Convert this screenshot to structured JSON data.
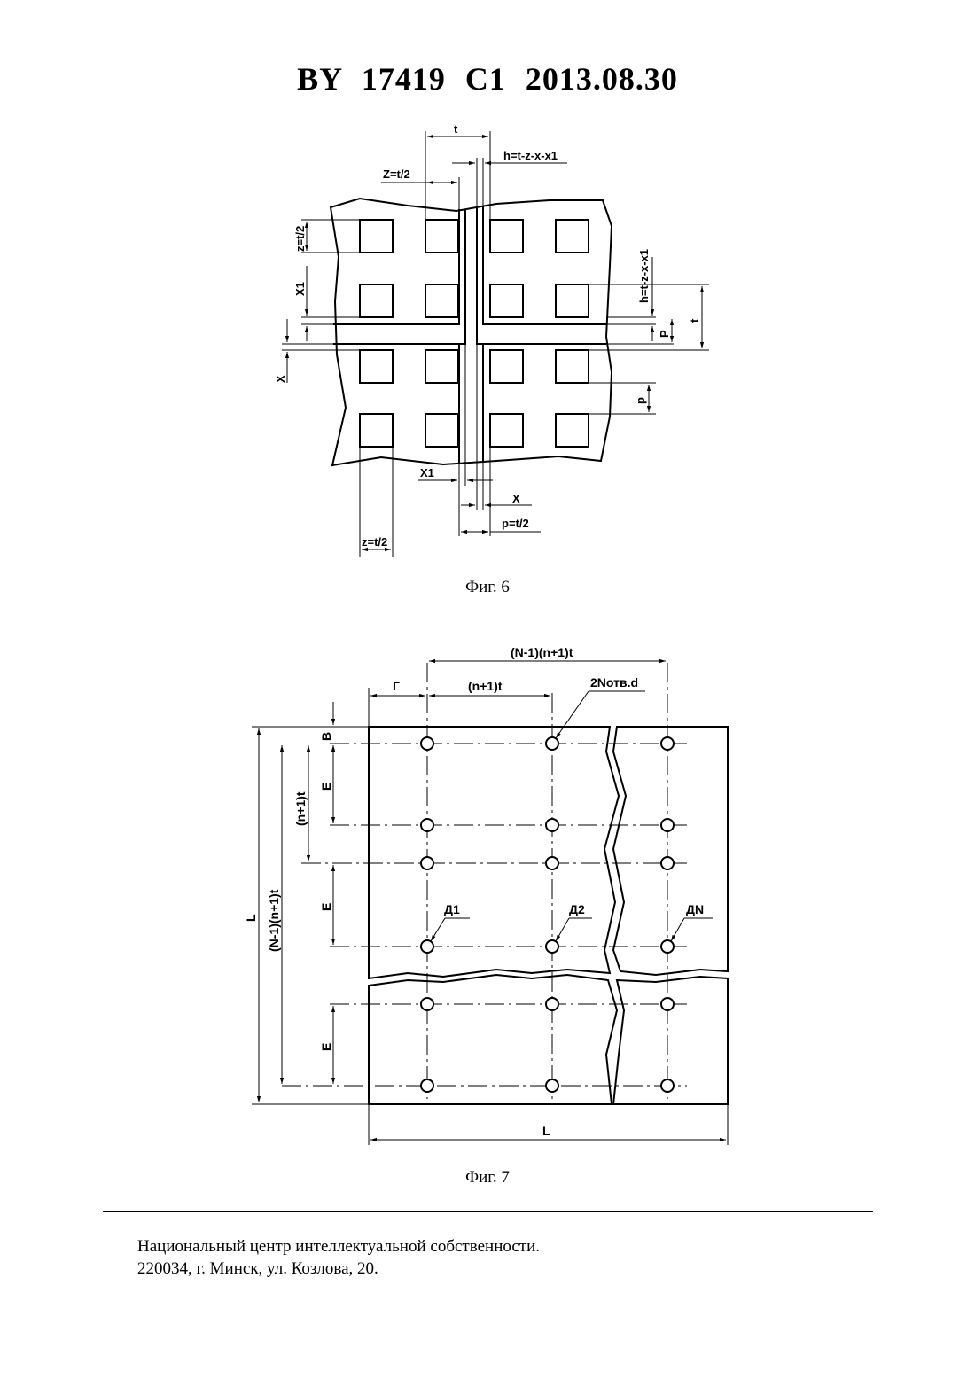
{
  "header": {
    "doc_number": "BY  17419  C1  2013.08.30"
  },
  "figure6": {
    "caption": "Фиг. 6",
    "labels": {
      "t_top": "t",
      "h_top": "h=t-z-x-x1",
      "z_top": "Z=t/2",
      "z_left": "z=t/2",
      "x1_left": "X1",
      "x_left": "X",
      "h_right": "h=t-z-x-x1",
      "p_right_upper": "P",
      "t_right": "t",
      "p_right_lower": "p",
      "x1_bottom": "X1",
      "x_bottom": "X",
      "p_bottom": "p=t/2",
      "z_bottom": "z=t/2"
    }
  },
  "figure7": {
    "caption": "Фиг. 7",
    "labels": {
      "top_total": "(N-1)(n+1)t",
      "gamma": "Г",
      "n_pitch": "(n+1)t",
      "holes": "2Nотв.d",
      "b": "B",
      "e1": "E",
      "e2": "E",
      "e3": "E",
      "n_pitch_vertical": "(n+1)t",
      "total_vertical": "(N-1)(n+1)t",
      "l_vertical": "L",
      "d1": "Д1",
      "d2": "Д2",
      "dn": "ДN",
      "l_bottom": "L"
    }
  },
  "footer": {
    "line1": "Национальный центр интеллектуальной собственности.",
    "line2": "220034, г. Минск, ул. Козлова, 20."
  }
}
